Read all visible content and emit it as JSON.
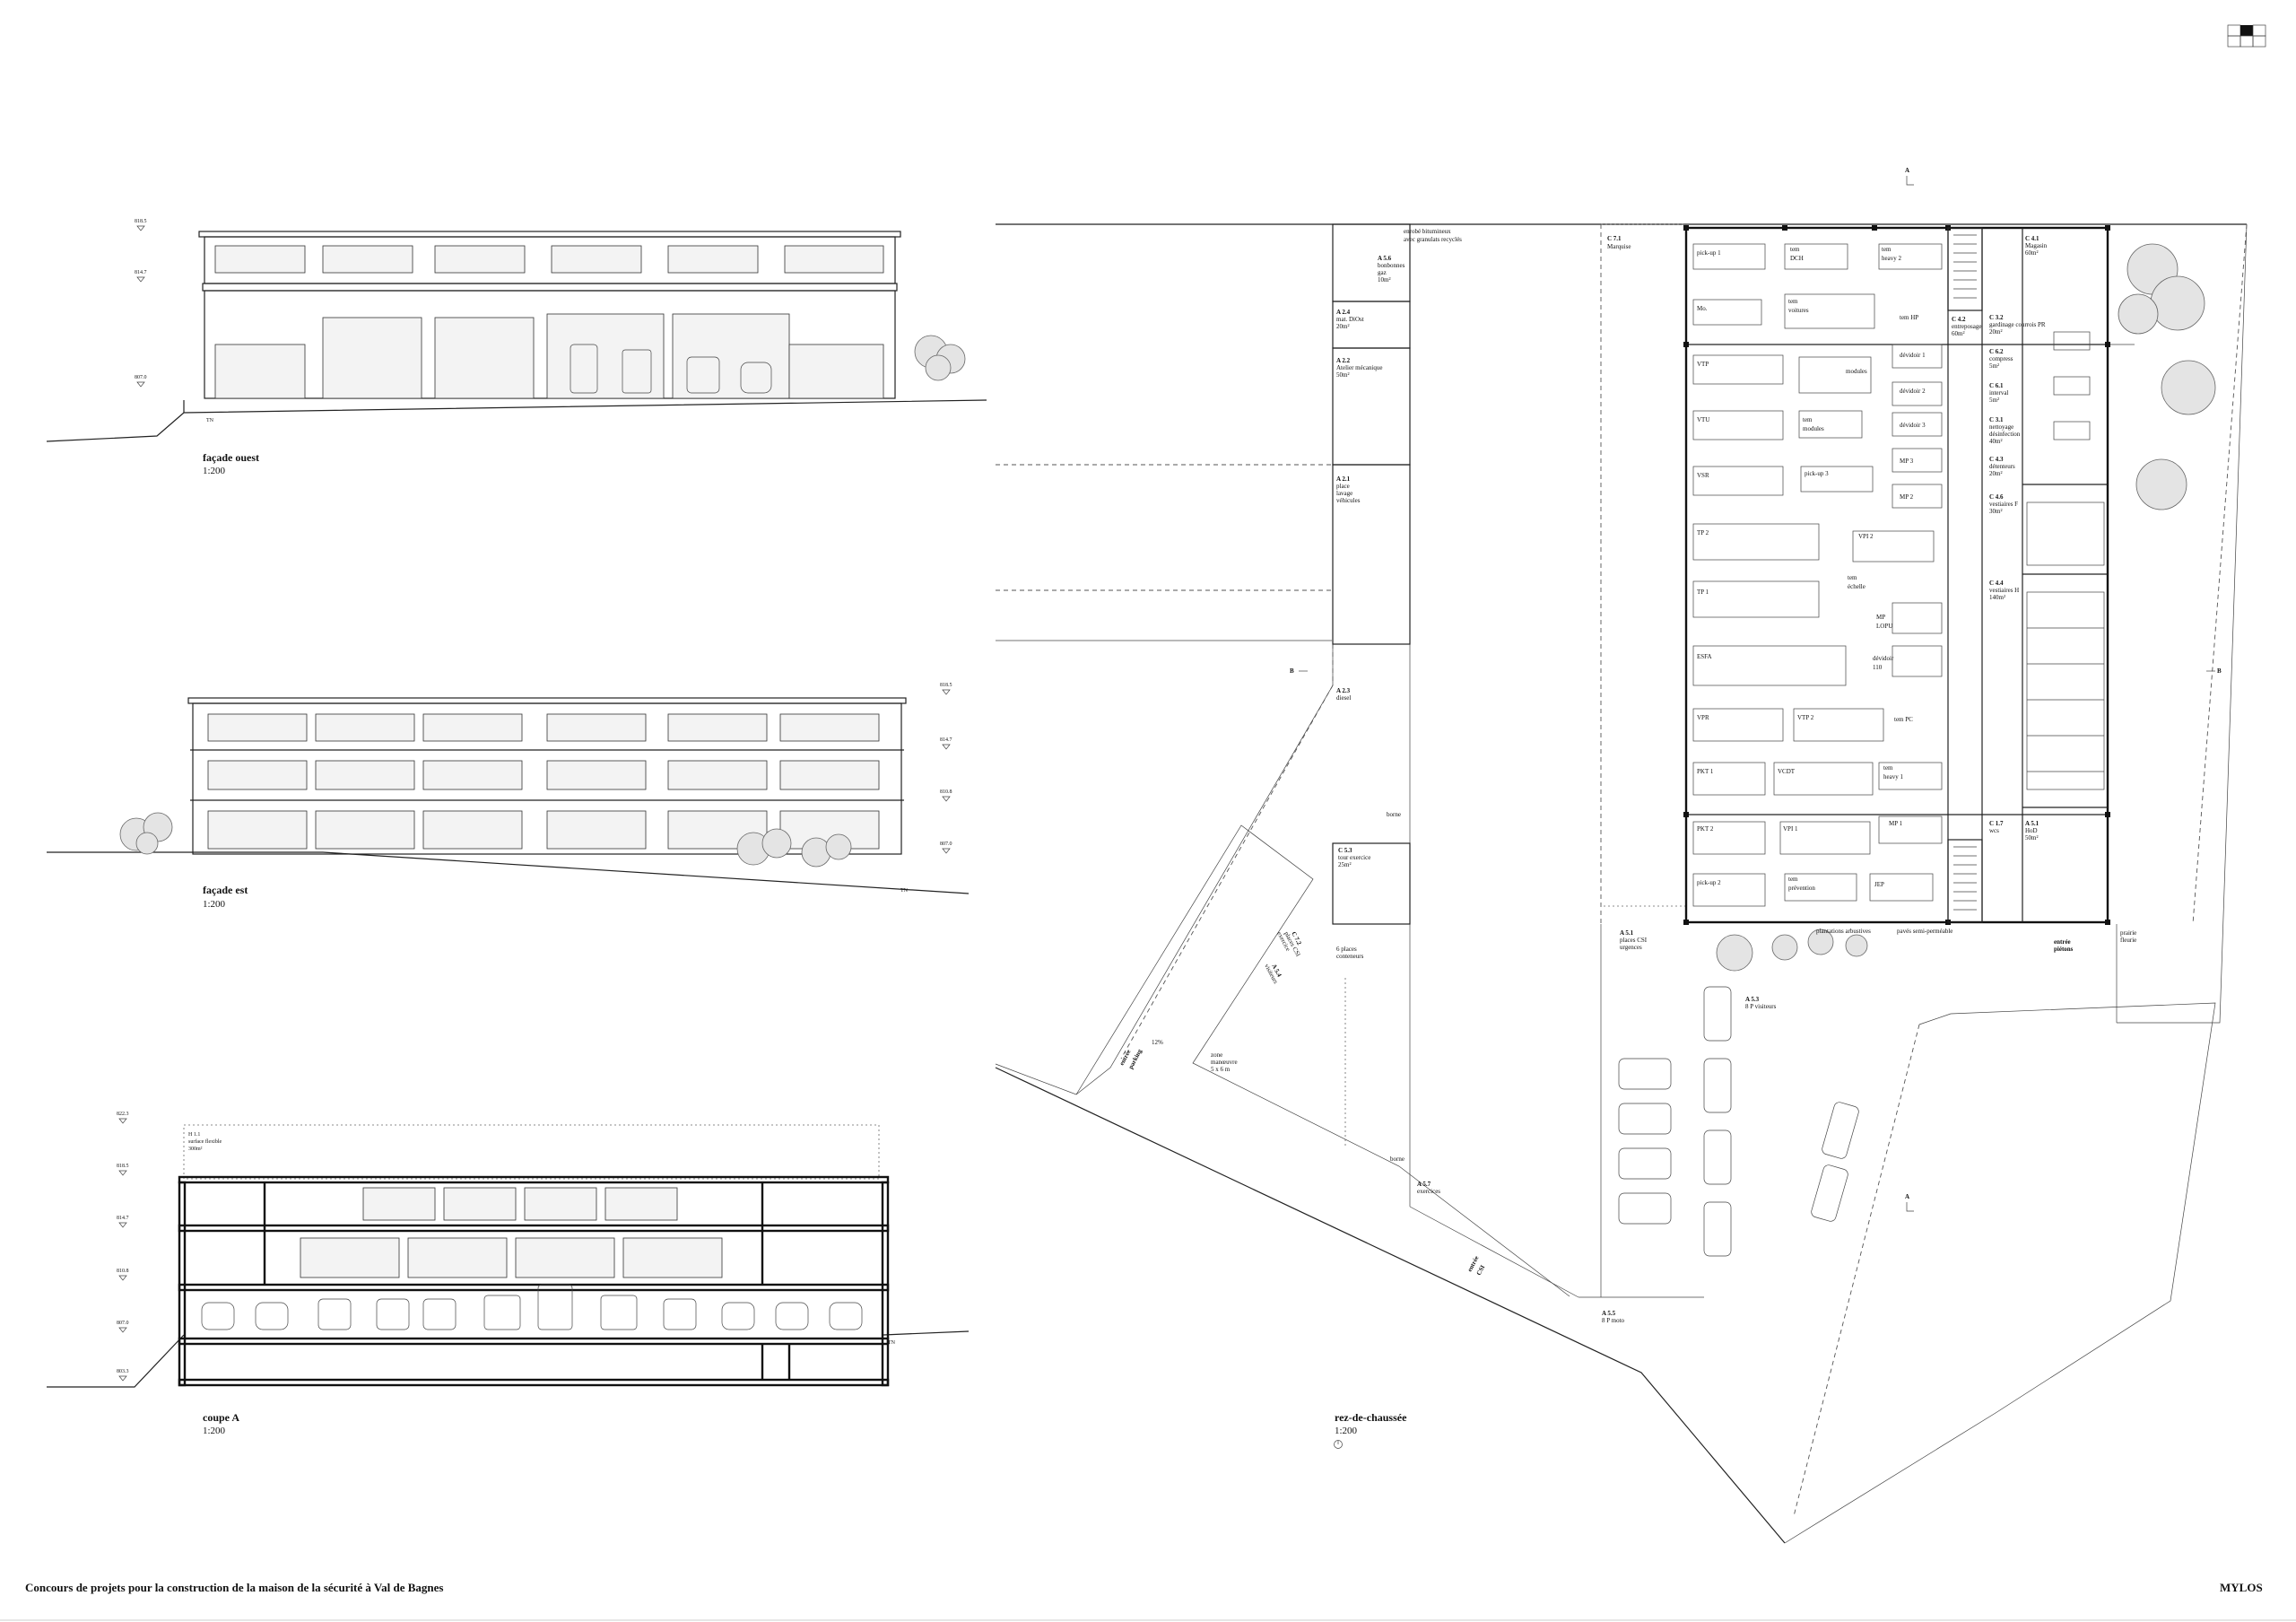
{
  "footer": {
    "title": "Concours de projets pour la construction de la maison de la sécurité à Val de Bagnes",
    "brand": "MYLOS"
  },
  "colors": {
    "ink": "#111111",
    "paper": "#ffffff",
    "hatch": "#e4e4e4"
  },
  "drawings": {
    "west": {
      "name": "façade ouest",
      "scale": "1:200",
      "levels": [
        "818.5",
        "814.7",
        "807.0"
      ],
      "ground": "TN"
    },
    "east": {
      "name": "façade est",
      "scale": "1:200",
      "levels": [
        "818.5",
        "814.7",
        "810.8",
        "807.0"
      ],
      "ground": "TN"
    },
    "section": {
      "name": "coupe A",
      "scale": "1:200",
      "levels": [
        "822.3",
        "818.5",
        "814.7",
        "810.8",
        "807.0",
        "803.3"
      ],
      "ground": "TN",
      "roof_note": [
        "H 1.1",
        "surface flexible",
        "300m²"
      ]
    },
    "plan": {
      "name": "rez-de-chaussée",
      "scale": "1:200"
    }
  },
  "plan_markers": {
    "section_a": "A",
    "section_b": "B"
  },
  "plan_labels": {
    "top_note": [
      "enrobé bitumineux",
      "avec granulats recyclés"
    ],
    "c71": [
      "C 7.1",
      "Marquise"
    ],
    "a56": [
      "A 5.6",
      "bonbonnes",
      "gaz",
      "10m²"
    ],
    "a24": [
      "A 2.4",
      "mat. DiOst",
      "20m²"
    ],
    "a22": [
      "A 2.2",
      "Atelier mécanique",
      "50m²"
    ],
    "a21": [
      "A 2.1",
      "place",
      "lavage",
      "véhicules"
    ],
    "a23": [
      "A 2.3",
      "diesel"
    ],
    "borne1": "borne",
    "c53": [
      "C 5.3",
      "tour exercice",
      "25m²"
    ],
    "c72": [
      "C 7.2",
      "places CSI",
      "exercice"
    ],
    "a54": [
      "A 5.4",
      "visiteurs"
    ],
    "places_note": [
      "6 places",
      "conteneurs"
    ],
    "pct": "12%",
    "entree_parking": [
      "entrée",
      "parking"
    ],
    "zone_note": [
      "zone",
      "manœuvre",
      "5 x 6 m"
    ],
    "borne2": "borne",
    "a57": [
      "A 5.7",
      "exercices"
    ],
    "entree_csi": [
      "entrée",
      "CSI"
    ],
    "a55": [
      "A 5.5",
      "8 P moto"
    ],
    "a51": [
      "A 5.1",
      "places CSI",
      "urgences"
    ],
    "a53": [
      "A 5.3",
      "8 P visiteurs"
    ],
    "plantations": "plantations arbustives",
    "pave": "pavés semi-perméable",
    "entree_pietons": [
      "entrée",
      "piétons"
    ],
    "prairie": [
      "prairie",
      "fleurie"
    ],
    "c41": [
      "C 4.1",
      "Magasin",
      "60m²"
    ],
    "c42": [
      "C 4.2",
      "entreposage",
      "60m²"
    ],
    "c32": [
      "C 3.2",
      "gardinage courrois PR",
      "20m²"
    ],
    "c62": [
      "C 6.2",
      "compress",
      "5m²"
    ],
    "c61": [
      "C 6.1",
      "interval",
      "5m²"
    ],
    "c31": [
      "C 3.1",
      "nettoyage",
      "désinfection",
      "40m²"
    ],
    "c43": [
      "C 4.3",
      "détenteurs",
      "20m²"
    ],
    "c46": [
      "C 4.6",
      "vestiaires F",
      "30m²"
    ],
    "c44": [
      "C 4.4",
      "vestiaires H",
      "140m²"
    ],
    "c17": [
      "C 1.7",
      "wcs"
    ],
    "a51b": [
      "A 5.1",
      "HoD",
      "50m²"
    ],
    "bays": [
      "pick-up 1",
      "tem",
      "DCH",
      "tem",
      "heavy 2",
      "Mo.",
      "tem",
      "voitures",
      "tem HP",
      "VTP",
      "modules",
      "dévidoir 1",
      "dévidoir 2",
      "VTU",
      "tem",
      "modules",
      "dévidoir 3",
      "VSR",
      "pick-up 3",
      "MP 3",
      "MP 2",
      "TP 2",
      "VPI 2",
      "tem",
      "échelle",
      "TP 1",
      "MP",
      "LOPU",
      "ESFA",
      "dévidoir",
      "110",
      "VPR",
      "VTP 2",
      "tem PC",
      "PKT 1",
      "VCDT",
      "tem",
      "heavy 1",
      "PKT 2",
      "VPI 1",
      "MP 1",
      "pick-up 2",
      "tem",
      "prévention",
      "JEP"
    ]
  }
}
